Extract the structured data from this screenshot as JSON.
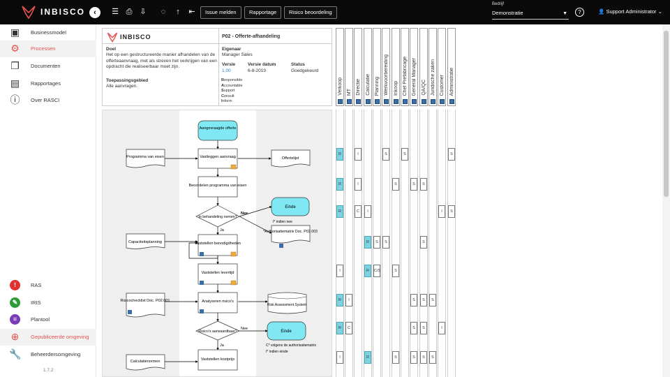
{
  "app": {
    "name": "INBISCO",
    "version": "1.7.2"
  },
  "toolbar": {
    "buttons": [
      "Issue melden",
      "Rapportage",
      "Risico beoordeling"
    ],
    "company_label": "Bedrijf",
    "company_value": "Demonstratie",
    "user": "Support Administrator"
  },
  "sidebar": {
    "items": [
      {
        "label": "Businessmodel",
        "icon": "businessmodel-icon"
      },
      {
        "label": "Processen",
        "icon": "processes-gears-icon"
      },
      {
        "label": "Documenten",
        "icon": "documents-icon"
      },
      {
        "label": "Rapportages",
        "icon": "report-icon"
      },
      {
        "label": "Over RASCI",
        "icon": "question-circle-icon"
      }
    ],
    "bottom_items": [
      {
        "label": "RAS",
        "icon": "exclamation-icon",
        "color": "#e03030"
      },
      {
        "label": "IRIS",
        "icon": "wrench-icon",
        "color": "#2e9b3a"
      },
      {
        "label": "Plantool",
        "icon": "list-icon",
        "color": "#7a3db8"
      },
      {
        "label": "Gepubliceerde omgeving",
        "icon": "globe-icon"
      },
      {
        "label": "Beheerdersomgeving",
        "icon": "wrench-icon"
      }
    ],
    "active_color": "#e4524e"
  },
  "header": {
    "logo_text": "INBISCO",
    "title": "P02 - Offerte-afhandeling",
    "doel_label": "Doel",
    "doel_text": "Het op een gestructureerde manier afhandelen van de offerteaanvraag, met als streven het verkrijgen van een opdracht die realiseerbaar moet zijn.",
    "eigenaar_label": "Eigenaar",
    "eigenaar_value": "Manager Sales",
    "versie_label": "Versie",
    "versie_value": "1.00",
    "datum_label": "Versie datum",
    "datum_value": "6-8-2019",
    "status_label": "Status",
    "status_value": "Goedgekeurd",
    "scope_label": "Toepassingsgebied",
    "scope_value": "Alle aanvragen.",
    "rasci": [
      {
        "first": "R",
        "rest": "esponsible"
      },
      {
        "first": "A",
        "rest": "ccountable"
      },
      {
        "first": "S",
        "rest": "upport"
      },
      {
        "first": "C",
        "rest": "onsult"
      },
      {
        "first": "I",
        "rest": "nform"
      }
    ]
  },
  "roles": [
    "Verkoop",
    "MT",
    "Directie",
    "Calculatie",
    "Planning",
    "Werkvoorbereiding",
    "Inkoop",
    "Chef Prefabricage",
    "General Manager",
    "QA/QC",
    "Juridische zaken",
    "Customer",
    "Administratie"
  ],
  "flow": {
    "start": "Aangevraagde offerte",
    "steps": [
      "Vastleggen aanvraag",
      "Beoordelen programma van eisen",
      "Vaststellen benodigdheden",
      "Vaststellen levertijd",
      "Analyseren risico's",
      "Vaststellen kostprijs"
    ],
    "decisions": [
      "In behandeling nemen?",
      "Risico's aanvaardbaar?"
    ],
    "inputs": [
      "Programma van eisen",
      "Capaciteitsplanning",
      "Risicochecklist Doc. P02.001",
      "Calculatienormen"
    ],
    "outputs": [
      "Offertelijst",
      "*Authorisatiematrix Doc. P02.003",
      "Risk Assessment System"
    ],
    "ends": [
      "Einde",
      "Einde"
    ],
    "labels": {
      "yes": "Ja",
      "no": "Nee"
    },
    "notes": [
      "I* indien nee",
      "C* volgens de authorisatiematrix",
      "I* indien einde"
    ],
    "accent": "#7fe8f2"
  },
  "rasci_rows": [
    [
      "R",
      "",
      "I",
      "",
      "",
      "S",
      "",
      "S",
      "",
      "",
      "",
      "",
      "S"
    ],
    [
      "R",
      "",
      "I",
      "",
      "",
      "",
      "S",
      "",
      "S",
      "S",
      "",
      "",
      ""
    ],
    [
      "R",
      "",
      "C",
      "I",
      "",
      "",
      "",
      "",
      "",
      "",
      "",
      "I",
      "S"
    ],
    [
      "",
      "",
      "",
      "R",
      "S",
      "S",
      "",
      "",
      "",
      "S",
      "",
      "",
      ""
    ],
    [
      "I",
      "",
      "",
      "R",
      "C/S",
      "",
      "S",
      "",
      "",
      "",
      "",
      "",
      ""
    ],
    [
      "R",
      "I",
      "",
      "",
      "",
      "",
      "",
      "",
      "S",
      "S",
      "S",
      "",
      ""
    ],
    [
      "R",
      "C",
      "",
      "",
      "",
      "",
      "",
      "",
      "S",
      "S",
      "",
      "I",
      ""
    ],
    [
      "I",
      "",
      "",
      "R",
      "",
      "",
      "S",
      "",
      "S",
      "S",
      "S",
      "",
      ""
    ]
  ]
}
